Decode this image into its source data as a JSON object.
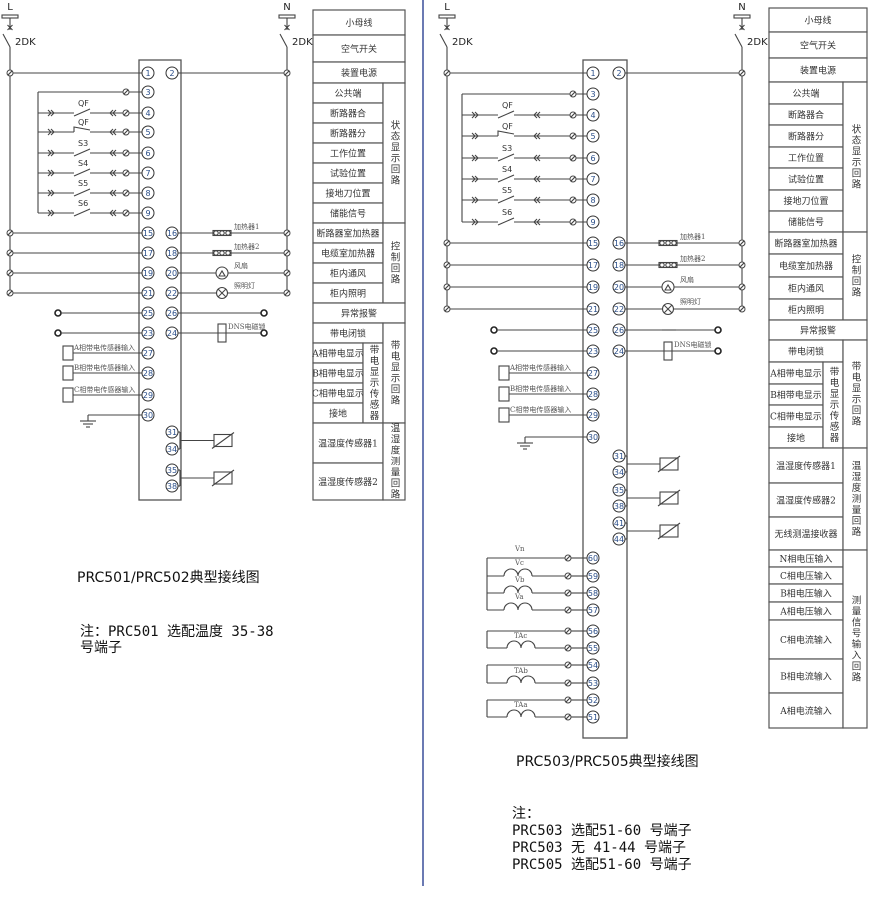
{
  "left": {
    "supply": {
      "line": "L",
      "neutral": "N",
      "breaker_left": "2DK",
      "breaker_right": "2DK"
    },
    "terminals": [
      "1",
      "2",
      "3",
      "4",
      "5",
      "6",
      "7",
      "8",
      "9",
      "15",
      "16",
      "17",
      "18",
      "19",
      "20",
      "21",
      "22",
      "25",
      "26",
      "23",
      "24",
      "27",
      "28",
      "29",
      "30",
      "31",
      "34",
      "35",
      "38"
    ],
    "switches": [
      "QF",
      "QF",
      "S3",
      "S4",
      "S5",
      "S6"
    ],
    "devices": {
      "heater1": "加热器1",
      "heater2": "加热器2",
      "fan": "风扇",
      "lamp": "照明灯",
      "lock": "DNS电磁锁"
    },
    "sensor_inputs": [
      "A相带电传感器输入",
      "B相带电传感器输入",
      "C相带电传感器输入"
    ],
    "table": {
      "power": [
        "小母线",
        "空气开关",
        "装置电源"
      ],
      "status": {
        "items": [
          "公共端",
          "断路器合",
          "断路器分",
          "工作位置",
          "试验位置",
          "接地刀位置",
          "储能信号"
        ],
        "group": "状态显示回路"
      },
      "control": {
        "items": [
          "断路器室加热器",
          "电缆室加热器",
          "柜内通风",
          "柜内照明"
        ],
        "group": "控制回路"
      },
      "alarm": "异常报警",
      "live": {
        "lock": "带电闭锁",
        "items": [
          "A相带电显示",
          "B相带电显示",
          "C相带电显示",
          "接地"
        ],
        "sensor_group": "带电显示传感器",
        "group": "带电显示回路"
      },
      "humidity": {
        "items": [
          "温湿度传感器1",
          "温湿度传感器2"
        ],
        "group": "温湿度测量回路"
      }
    },
    "caption": "PRC501/PRC502典型接线图",
    "notes": [
      "注：PRC501 选配温度 35-38",
      "号端子"
    ]
  },
  "right": {
    "supply": {
      "line": "L",
      "neutral": "N",
      "breaker_left": "2DK",
      "breaker_right": "2DK"
    },
    "terminals": [
      "1",
      "2",
      "3",
      "4",
      "5",
      "6",
      "7",
      "8",
      "9",
      "15",
      "16",
      "17",
      "18",
      "19",
      "20",
      "21",
      "22",
      "25",
      "26",
      "23",
      "24",
      "27",
      "28",
      "29",
      "30",
      "31",
      "34",
      "35",
      "38",
      "41",
      "44",
      "60",
      "59",
      "58",
      "57",
      "56",
      "55",
      "54",
      "53",
      "52",
      "51"
    ],
    "switches": [
      "QF",
      "QF",
      "S3",
      "S4",
      "S5",
      "S6"
    ],
    "devices": {
      "heater1": "加热器1",
      "heater2": "加热器2",
      "fan": "风扇",
      "lamp": "照明灯",
      "lock": "DNS电磁锁"
    },
    "sensor_inputs": [
      "A相带电传感器输入",
      "B相带电传感器输入",
      "C相带电传感器输入"
    ],
    "voltage_labels": [
      "Vn",
      "Vc",
      "Vb",
      "Va"
    ],
    "current_labels": [
      "TAc",
      "TAb",
      "TAa"
    ],
    "table": {
      "power": [
        "小母线",
        "空气开关",
        "装置电源"
      ],
      "status": {
        "items": [
          "公共端",
          "断路器合",
          "断路器分",
          "工作位置",
          "试验位置",
          "接地刀位置",
          "储能信号"
        ],
        "group": "状态显示回路"
      },
      "control": {
        "items": [
          "断路器室加热器",
          "电缆室加热器",
          "柜内通风",
          "柜内照明"
        ],
        "group": "控制回路"
      },
      "alarm": "异常报警",
      "live": {
        "lock": "带电闭锁",
        "items": [
          "A相带电显示",
          "B相带电显示",
          "C相带电显示",
          "接地"
        ],
        "sensor_group": "带电显示传感器",
        "group": "带电显示回路"
      },
      "humidity": {
        "items": [
          "温湿度传感器1",
          "温湿度传感器2",
          "无线测温接收器"
        ],
        "group": "温湿度测量回路"
      },
      "measure": {
        "items": [
          "N相电压输入",
          "C相电压输入",
          "B相电压输入",
          "A相电压输入",
          "C相电流输入",
          "B相电流输入",
          "A相电流输入"
        ],
        "group": "测量信号输入回路"
      }
    },
    "caption": "PRC503/PRC505典型接线图",
    "notes": [
      "注：",
      "PRC503 选配51-60 号端子",
      "PRC503 无 41-44 号端子",
      "PRC505 选配51-60 号端子"
    ]
  }
}
